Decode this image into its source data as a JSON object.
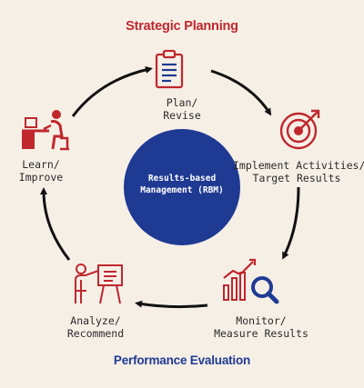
{
  "top_title": "Strategic Planning",
  "bottom_title": "Performance Evaluation",
  "center": {
    "line1": "Results-based",
    "line2": "Management (RBM)"
  },
  "stages": {
    "plan": {
      "line1": "Plan/",
      "line2": "Revise",
      "icon": "clipboard-icon"
    },
    "implement": {
      "line1": "Implement Activities/",
      "line2": "Target Results",
      "icon": "target-icon"
    },
    "monitor": {
      "line1": "Monitor/",
      "line2": "Measure Results",
      "icon": "chart-magnifier-icon"
    },
    "analyze": {
      "line1": "Analyze/",
      "line2": "Recommend",
      "icon": "presentation-icon"
    },
    "learn": {
      "line1": "Learn/",
      "line2": "Improve",
      "icon": "person-at-desk-icon"
    }
  },
  "colors": {
    "red": "#c0272d",
    "blue": "#1f3a93",
    "arrow": "#111111",
    "background": "#f6efe6"
  }
}
